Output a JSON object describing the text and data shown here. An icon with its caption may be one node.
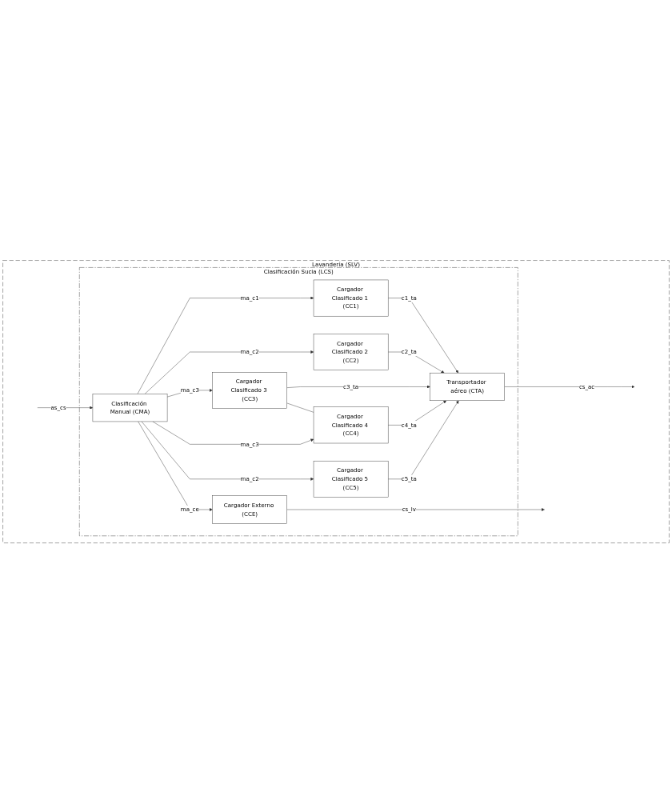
{
  "diagram": {
    "nodes": [
      {
        "text": [
          "Lavandería (SLV)"
        ]
      },
      {
        "text": [
          "Clasificación Sucia (LCS)"
        ],
        "in": 0
      },
      {
        "text": [
          "Cargador Clasificado 1 (CC1)"
        ],
        "in": 1
      },
      {
        "text": [
          "Cargador Clasificado 2 (CC2)"
        ],
        "in": 1
      },
      {
        "text": [
          "Clasificación Manual (CMA)"
        ],
        "in": 1
      },
      {
        "text": [
          "Cargador Clasificado 3 (CC3)"
        ],
        "in": 1
      },
      {
        "text": [
          "Transportador aéreo (CTA)"
        ],
        "in": 1
      },
      {
        "text": [
          "Cargador Clasificado 4 (CC4)"
        ],
        "in": 1
      },
      {
        "text": [
          "Cargador Clasificado 5 (CC5)"
        ],
        "in": 1
      },
      {
        "text": [
          "Cargador Externo (CCE)"
        ],
        "in": 1
      }
    ],
    "edges": [
      {
        "from": null,
        "to": 4,
        "arrow": "to",
        "label": "as_cs"
      },
      {
        "from": 4,
        "to": 2,
        "arrow": "to",
        "label": "ma_c1"
      },
      {
        "from": 4,
        "to": 3,
        "arrow": "to",
        "label": "ma_c2"
      },
      {
        "from": 4,
        "to": 5,
        "arrow": "to",
        "label": "ma_c3"
      },
      {
        "from": 4,
        "to": 7,
        "arrow": "to",
        "label": "ma_c3"
      },
      {
        "from": 4,
        "to": 8,
        "arrow": "to",
        "label": "ma_c2"
      },
      {
        "from": 4,
        "to": 9,
        "arrow": "to",
        "label": "ma_ce"
      },
      {
        "from": 2,
        "to": 6,
        "arrow": "to",
        "label": "c1_ta"
      },
      {
        "from": 3,
        "to": 6,
        "arrow": "to",
        "label": "c2_ta"
      },
      {
        "from": 5,
        "to": 6,
        "arrow": "to",
        "label": "c3_ta"
      },
      {
        "from": 7,
        "to": 6,
        "arrow": "to",
        "label": "c4_ta"
      },
      {
        "from": 8,
        "to": 6,
        "arrow": "to",
        "label": "c5_ta"
      },
      {
        "from": 5,
        "to": 7,
        "arrow": "none"
      },
      {
        "from": 6,
        "to": null,
        "arrow": "to",
        "label": "cs_ac"
      },
      {
        "from": 9,
        "to": null,
        "arrow": "to",
        "label": "cs_lv"
      }
    ]
  }
}
